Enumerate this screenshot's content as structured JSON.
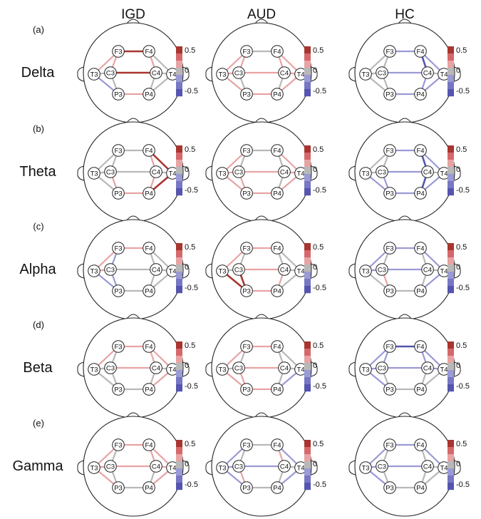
{
  "groups": [
    "IGD",
    "AUD",
    "HC"
  ],
  "bands": [
    {
      "panel": "(a)",
      "name": "Delta"
    },
    {
      "panel": "(b)",
      "name": "Theta"
    },
    {
      "panel": "(c)",
      "name": "Alpha"
    },
    {
      "panel": "(d)",
      "name": "Beta"
    },
    {
      "panel": "(e)",
      "name": "Gamma"
    }
  ],
  "electrodes": [
    "F3",
    "F4",
    "T3",
    "C3",
    "C4",
    "T4",
    "P3",
    "P4"
  ],
  "colorbar": {
    "labels": [
      "0.5",
      "0",
      "-0.5"
    ]
  },
  "colors": {
    "strong_red": "#a8352f",
    "light_red": "#e8a3a4",
    "neutral": "#b8b8b8",
    "light_blue": "#9a9ad6",
    "strong_blue": "#5555b0"
  },
  "edge_list": [
    "F3-F4",
    "F3-C3",
    "F4-C4",
    "C3-C4",
    "C3-P3",
    "C4-P4",
    "P3-P4",
    "F3-T3",
    "F4-T4",
    "T3-C3",
    "C4-T4",
    "T3-P3",
    "T4-P4",
    "F3-C4",
    "F4-C3"
  ],
  "panels": [
    [
      [
        "SR",
        "L",
        "L",
        "SR",
        "N",
        "N",
        "L",
        "L",
        "N",
        "N",
        "N",
        "B",
        "N",
        "",
        ""
      ],
      [
        "N",
        "L",
        "L",
        "L",
        "N",
        "N",
        "L",
        "L",
        "L",
        "L",
        "L",
        "L",
        "L",
        "",
        ""
      ],
      [
        "B",
        "N",
        "SB",
        "B",
        "N",
        "B",
        "B",
        "N",
        "B",
        "N",
        "N",
        "N",
        "B",
        "",
        ""
      ]
    ],
    [
      [
        "N",
        "N",
        "L",
        "N",
        "L",
        "L",
        "L",
        "N",
        "SR",
        "N",
        "N",
        "N",
        "SR",
        "",
        ""
      ],
      [
        "N",
        "N",
        "N",
        "L",
        "L",
        "N",
        "L",
        "L",
        "L",
        "L",
        "L",
        "L",
        "L",
        "",
        ""
      ],
      [
        "B",
        "N",
        "SB",
        "B",
        "B",
        "SB",
        "B",
        "N",
        "B",
        "N",
        "N",
        "B",
        "B",
        "",
        ""
      ]
    ],
    [
      [
        "L",
        "B",
        "N",
        "N",
        "B",
        "N",
        "N",
        "L",
        "N",
        "L",
        "N",
        "B",
        "N",
        "",
        ""
      ],
      [
        "L",
        "N",
        "N",
        "L",
        "SR",
        "L",
        "L",
        "L",
        "N",
        "N",
        "N",
        "SR",
        "N",
        "",
        ""
      ],
      [
        "B",
        "N",
        "N",
        "B",
        "L",
        "N",
        "N",
        "B",
        "B",
        "B",
        "N",
        "N",
        "B",
        "",
        ""
      ]
    ],
    [
      [
        "L",
        "N",
        "L",
        "L",
        "N",
        "N",
        "N",
        "L",
        "L",
        "N",
        "N",
        "N",
        "L",
        "",
        ""
      ],
      [
        "L",
        "N",
        "N",
        "L",
        "L",
        "N",
        "L",
        "L",
        "N",
        "N",
        "N",
        "L",
        "B",
        "",
        ""
      ],
      [
        "SB",
        "B",
        "B",
        "B",
        "N",
        "N",
        "N",
        "B",
        "B",
        "B",
        "B",
        "B",
        "N",
        "",
        ""
      ]
    ],
    [
      [
        "L",
        "N",
        "L",
        "L",
        "N",
        "N",
        "N",
        "L",
        "L",
        "L",
        "L",
        "L",
        "L",
        "",
        ""
      ],
      [
        "N",
        "N",
        "L",
        "B",
        "L",
        "N",
        "N",
        "B",
        "B",
        "B",
        "N",
        "B",
        "B",
        "",
        ""
      ],
      [
        "B",
        "N",
        "N",
        "B",
        "N",
        "N",
        "N",
        "B",
        "B",
        "B",
        "N",
        "B",
        "N",
        "",
        ""
      ]
    ]
  ]
}
